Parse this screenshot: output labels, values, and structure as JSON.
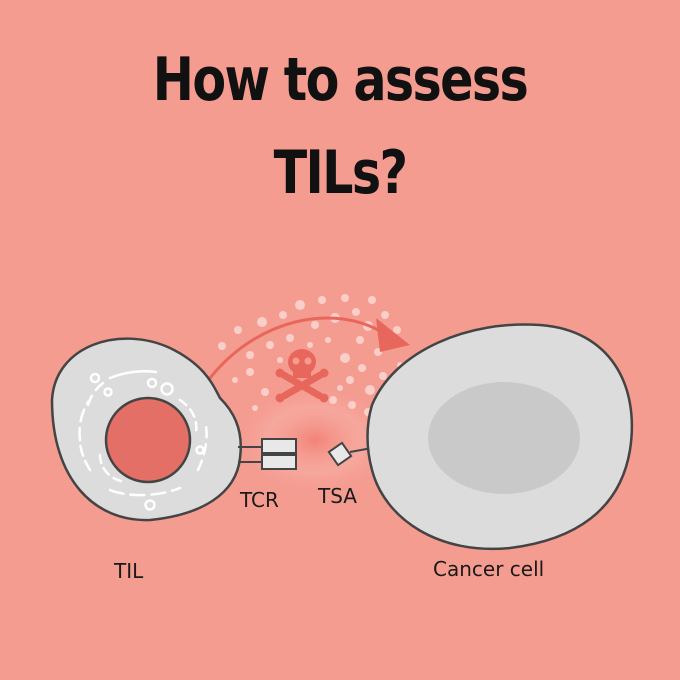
{
  "title": {
    "line1": "How to assess",
    "line2": "TILs?"
  },
  "labels": {
    "til": "TIL",
    "cancer_cell": "Cancer cell",
    "tcr": "TCR",
    "tsa": "TSA"
  },
  "colors": {
    "background": "#f59c91",
    "cell_fill": "#dcdcdc",
    "cell_outline": "#444444",
    "nucleus_til": "#e46f66",
    "nucleus_cancer": "#c9c9c9",
    "arrow": "#e8675c",
    "glow": "#f8b5ad"
  },
  "icons": {
    "toxin": "skull-crossbones-icon"
  }
}
